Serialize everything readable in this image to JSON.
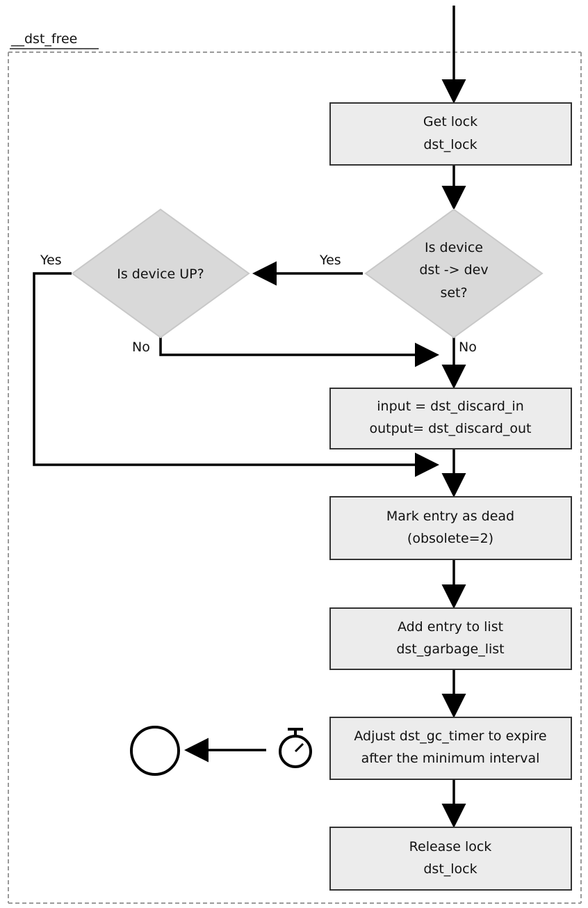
{
  "function_name": "__dst_free",
  "nodes": {
    "get_lock": [
      "Get lock",
      "dst_lock"
    ],
    "is_device_set": [
      "Is device",
      "dst -> dev",
      "set?"
    ],
    "is_device_up": [
      "Is device UP?"
    ],
    "discard": [
      "input = dst_discard_in",
      "output= dst_discard_out"
    ],
    "mark_dead": [
      "Mark entry as dead",
      "(obsolete=2)"
    ],
    "add_entry": [
      "Add entry to list",
      "dst_garbage_list"
    ],
    "adjust_timer": [
      "Adjust dst_gc_timer to expire",
      "after the minimum interval"
    ],
    "release_lock": [
      "Release lock",
      "dst_lock"
    ]
  },
  "edge_labels": {
    "set_yes": "Yes",
    "set_no": "No",
    "up_yes": "Yes",
    "up_no": "No"
  },
  "icons": {
    "timer": "stopwatch-icon",
    "terminal": "circle-terminal"
  },
  "colors": {
    "box_fill": "#ececec",
    "diamond_fill": "#d9d9d9",
    "border_dash": "#9a9a9a"
  }
}
